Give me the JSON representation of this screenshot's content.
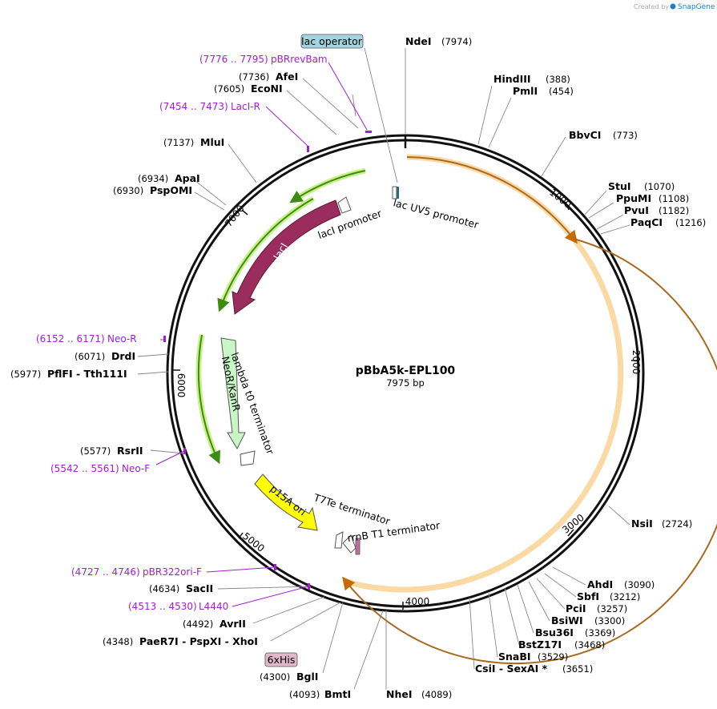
{
  "credit": {
    "text": "Created by",
    "brand": "SnapGene"
  },
  "plasmid": {
    "name": "pBbA5k-EPL100",
    "length_label": "7975 bp"
  },
  "ruler": [
    "1000",
    "2000",
    "3000",
    "4000",
    "5000",
    "6000",
    "7000"
  ],
  "sites": [
    {
      "name": "NdeI",
      "pos": "(7974)"
    },
    {
      "name": "HindIII",
      "pos": "(388)"
    },
    {
      "name": "PmlI",
      "pos": "(454)"
    },
    {
      "name": "BbvCI",
      "pos": "(773)"
    },
    {
      "name": "StuI",
      "pos": "(1070)"
    },
    {
      "name": "PpuMI",
      "pos": "(1108)"
    },
    {
      "name": "PvuI",
      "pos": "(1182)"
    },
    {
      "name": "PaqCI",
      "pos": "(1216)"
    },
    {
      "name": "NsiI",
      "pos": "(2724)"
    },
    {
      "name": "AhdI",
      "pos": "(3090)"
    },
    {
      "name": "SbfI",
      "pos": "(3212)"
    },
    {
      "name": "PciI",
      "pos": "(3257)"
    },
    {
      "name": "BsiWI",
      "pos": "(3300)"
    },
    {
      "name": "Bsu36I",
      "pos": "(3369)"
    },
    {
      "name": "BstZ17I",
      "pos": "(3468)"
    },
    {
      "name": "SnaBI",
      "pos": "(3529)"
    },
    {
      "name": "CsiI  - SexAI *",
      "pos": "(3651)"
    },
    {
      "name": "NheI",
      "pos": "(4089)"
    },
    {
      "name": "BmtI",
      "pos": "(4093)"
    },
    {
      "name": "BglI",
      "pos": "(4300)"
    },
    {
      "name": "PaeR7I  - PspXI  - XhoI",
      "pos": "(4348)"
    },
    {
      "name": "AvrII",
      "pos": "(4492)"
    },
    {
      "name": "SacII",
      "pos": "(4634)"
    },
    {
      "name": "RsrII",
      "pos": "(5577)"
    },
    {
      "name": "PflFI  - Tth111I",
      "pos": "(5977)"
    },
    {
      "name": "DrdI",
      "pos": "(6071)"
    },
    {
      "name": "PspOMI",
      "pos": "(6930)"
    },
    {
      "name": "ApaI",
      "pos": "(6934)"
    },
    {
      "name": "MluI",
      "pos": "(7137)"
    },
    {
      "name": "EcoNI",
      "pos": "(7605)"
    },
    {
      "name": "AfeI",
      "pos": "(7736)"
    }
  ],
  "primers": [
    {
      "range": "(7776 .. 7795)",
      "name": "pBRrevBam"
    },
    {
      "range": "(7454 .. 7473)",
      "name": "LacI-R"
    },
    {
      "range": "(6152 .. 6171)",
      "name": "Neo-R"
    },
    {
      "range": "(5542 .. 5561)",
      "name": "Neo-F"
    },
    {
      "range": "(4727 .. 4746)",
      "name": "pBR322ori-F"
    },
    {
      "range": "(4513 .. 4530)",
      "name": "L4440"
    }
  ],
  "features": {
    "lac_operator": "lac operator",
    "six_his": "6xHis",
    "lacI": "lacI",
    "lacI_promoter": "lacI promoter",
    "lacUV5_promoter": "lac UV5 promoter",
    "neoR": "NeoR/KanR",
    "lambda_t0": "lambda t0 terminator",
    "p15A": "p15A ori",
    "t7te": "T7Te terminator",
    "rrnB": "rrnB T1 terminator"
  },
  "colors": {
    "backbone": "#111111",
    "lacI": "#9b2d5e",
    "p15A": "#ffff00",
    "neoR": "#c8f7c5",
    "lac_operator_box": "#a4d4e0",
    "six_his_box": "#e0b8c8",
    "primer": "#a020d0",
    "orf_halo": "#fad9a3",
    "green_orf": "#3d8c12",
    "green_halo": "#c9f08a"
  }
}
